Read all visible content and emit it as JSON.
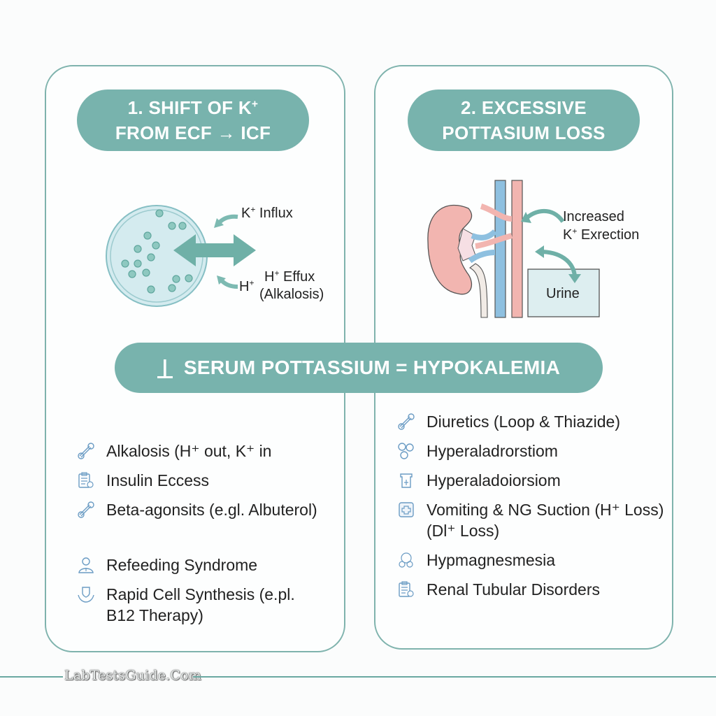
{
  "colors": {
    "accent": "#78b3ad",
    "panel_border": "#7fb3ad",
    "icon_blue": "#6b9cc4",
    "kidney_pink": "#f2b5b0",
    "vessel_blue": "#8ec0e0",
    "cell_fill": "#d4ebef",
    "urine_box": "#ddeef0"
  },
  "left_panel": {
    "title_line1": "1. SHIFT OF K",
    "title_line1_sup": "+",
    "title_line2": "FROM ECF → ICF",
    "diagram": {
      "k_influx": "Influx",
      "k_label": "K",
      "h_effux": "Effux",
      "h_label": "H",
      "alkalosis": "(Alkalosis)",
      "h_side": "H"
    },
    "items_a": [
      {
        "icon": "capsule-icon",
        "text": "Alkalosis (H⁺ out, K⁺ in"
      },
      {
        "icon": "clipboard-icon",
        "text": "Insulin Eccess"
      },
      {
        "icon": "capsule-icon",
        "text": "Beta-agonsits (e.gl. Albuterol)"
      }
    ],
    "items_b": [
      {
        "icon": "person-icon",
        "text": "Refeeding Syndrome"
      },
      {
        "icon": "hand-shield-icon",
        "text": "Rapid Cell Synthesis (e.pl.\nB12 Therapy)"
      }
    ]
  },
  "right_panel": {
    "title_line1": "2. EXCESSIVE",
    "title_line2": "POTTASIUM LOSS",
    "diagram": {
      "excretion_line1": "Increased",
      "excretion_line2": "Exrection",
      "excretion_k": "K",
      "urine": "Urine"
    },
    "items": [
      {
        "icon": "capsule-icon",
        "text": "Diuretics (Loop & Thiazide)"
      },
      {
        "icon": "cells-icon",
        "text": "Hyperaladrorstiom"
      },
      {
        "icon": "jar-icon",
        "text": "Hyperaladoiorsiom"
      },
      {
        "icon": "medical-box-icon",
        "text": "Vomiting & NG Suction (H⁺ Loss)\n(Dl⁺ Loss)"
      },
      {
        "icon": "globe-icon",
        "text": "Hypmagnesmesia"
      },
      {
        "icon": "clipboard-icon",
        "text": "Renal Tubular Disorders"
      }
    ]
  },
  "center_banner": {
    "down_symbol": "|",
    "text": "SERUM POTTASSIUM = HYPOKALEMIA"
  },
  "footer": {
    "brand": "LabTestsGuide.Com"
  }
}
